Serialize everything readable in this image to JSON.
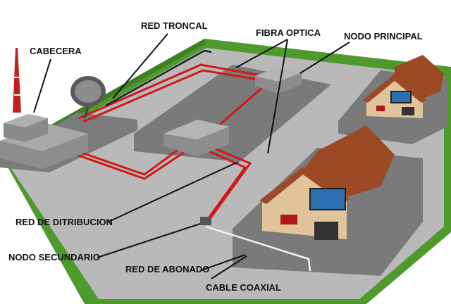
{
  "labels": {
    "cabecera": "CABECERA",
    "red_troncal": "RED TRONCAL",
    "fibra_optica": "FIBRA OPTICA",
    "nodo_principal": "NODO PRINCIPAL",
    "red_distribucion": "RED DE DITRIBUCION",
    "nodo_secundario": "NODO SECUNDARIO",
    "red_abonado": "RED DE ABONADO",
    "cable_coaxial": "CABLE COAXIAL"
  },
  "colors": {
    "grass": "#4f9a2c",
    "grass_dark": "#3f7f22",
    "ground": "#b9b9b9",
    "pad": "#7a7a7a",
    "fiber": "#d01818",
    "coax": "#f2f2f2",
    "roof": "#9c4a26",
    "wall": "#e2c49a",
    "box": "#8d8d8d"
  }
}
